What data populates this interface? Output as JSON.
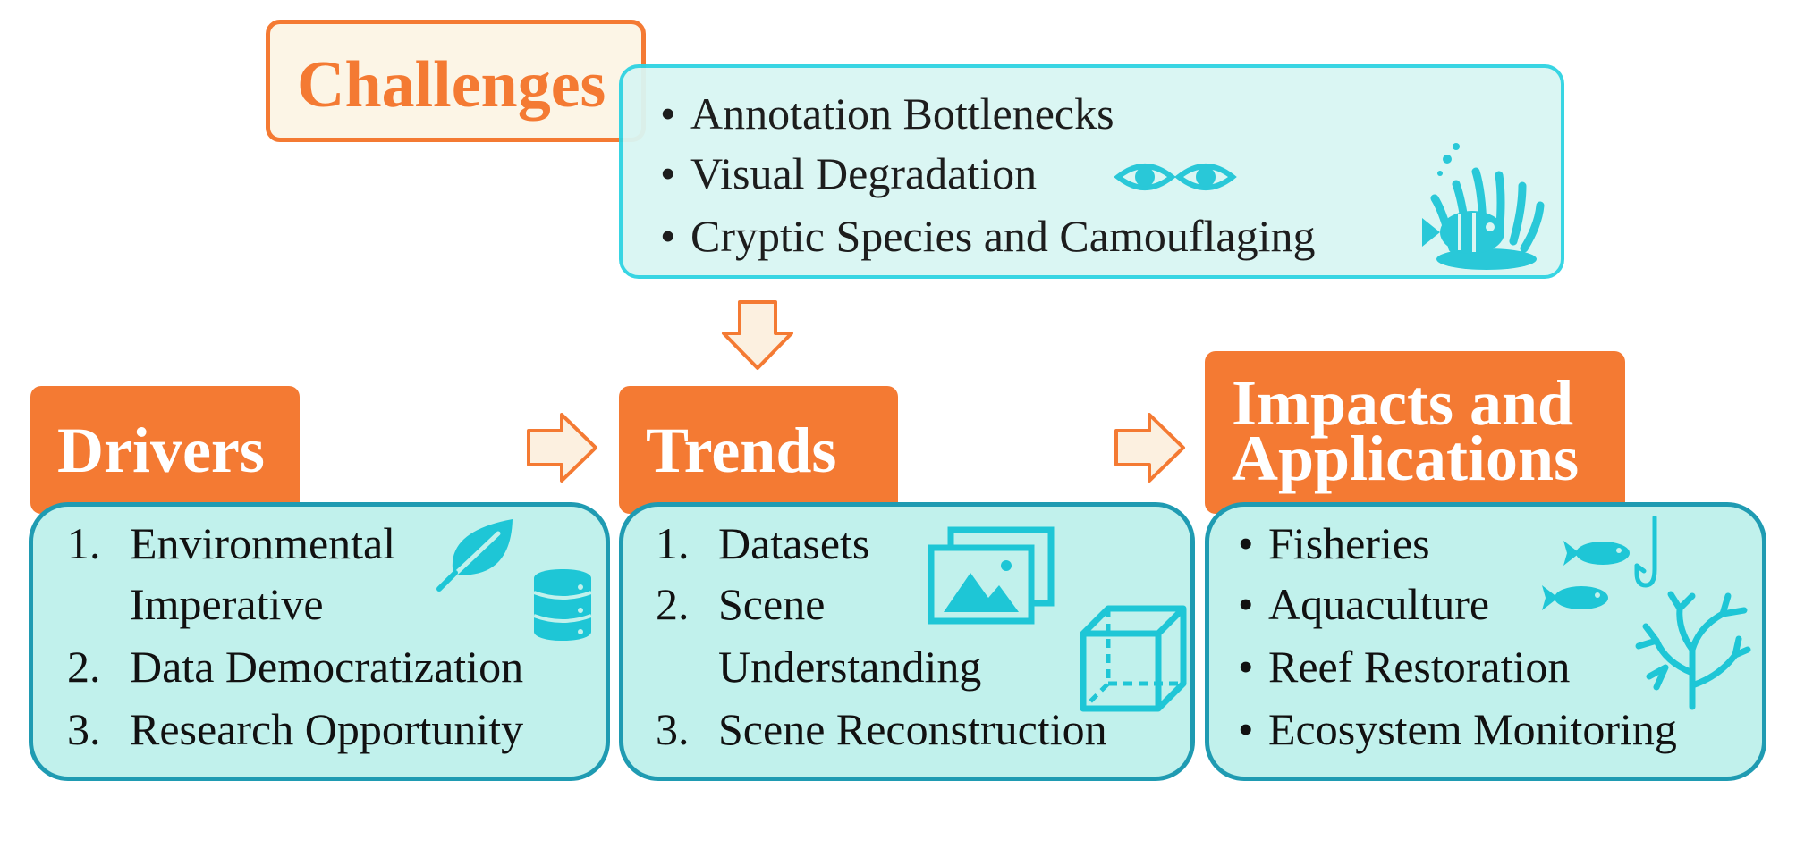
{
  "challenges": {
    "title": "Challenges",
    "items": [
      "Annotation Bottlenecks",
      "Visual Degradation",
      "Cryptic Species and Camouflaging"
    ]
  },
  "drivers": {
    "title": "Drivers",
    "items": [
      {
        "num": "1.",
        "lines": [
          "Environmental",
          "Imperative"
        ]
      },
      {
        "num": "2.",
        "lines": [
          "Data Democratization"
        ]
      },
      {
        "num": "3.",
        "lines": [
          "Research Opportunity"
        ]
      }
    ]
  },
  "trends": {
    "title": "Trends",
    "items": [
      {
        "num": "1.",
        "lines": [
          "Datasets"
        ]
      },
      {
        "num": "2.",
        "lines": [
          "Scene",
          "Understanding"
        ]
      },
      {
        "num": "3.",
        "lines": [
          "Scene Reconstruction"
        ]
      }
    ]
  },
  "impacts": {
    "title_line1": "Impacts and",
    "title_line2": "Applications",
    "items": [
      "Fisheries",
      "Aquaculture",
      "Reef Restoration",
      "Ecosystem Monitoring"
    ]
  },
  "icons": [
    "eye-icon",
    "fish-anemone-icon",
    "leaf-icon",
    "database-icon",
    "image-gallery-icon",
    "cube-icon",
    "fish-icon",
    "fishing-hook-icon",
    "coral-icon"
  ],
  "colors": {
    "orange": "#f47a33",
    "cyan_border": "#2ed3e2",
    "teal_border": "#1f9bb2",
    "panel_fill": "#c1f1ec",
    "icon_cyan": "#1ec6d6"
  }
}
